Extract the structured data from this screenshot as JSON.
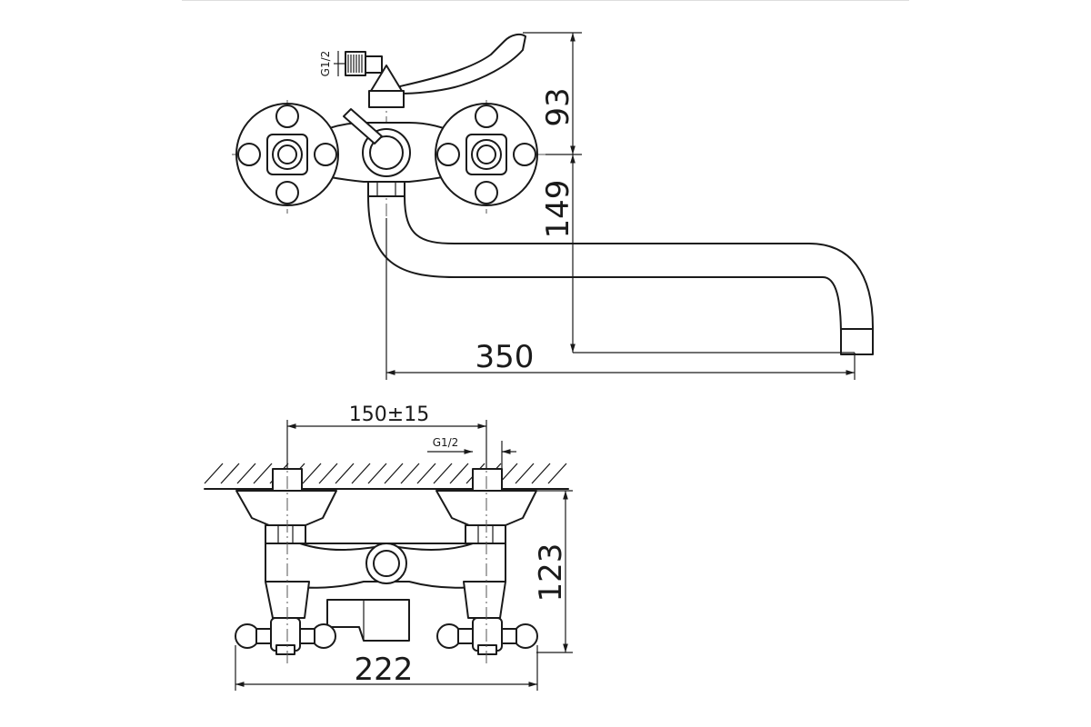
{
  "dimensions": {
    "top_view": {
      "height_upper": "93",
      "height_lower": "149",
      "spout_length": "350",
      "thread": "G1/2"
    },
    "bottom_view": {
      "center_distance": "150±15",
      "thread": "G1/2",
      "depth": "123",
      "width": "222"
    }
  },
  "colors": {
    "line": "#1a1a1a",
    "background": "#ffffff"
  }
}
